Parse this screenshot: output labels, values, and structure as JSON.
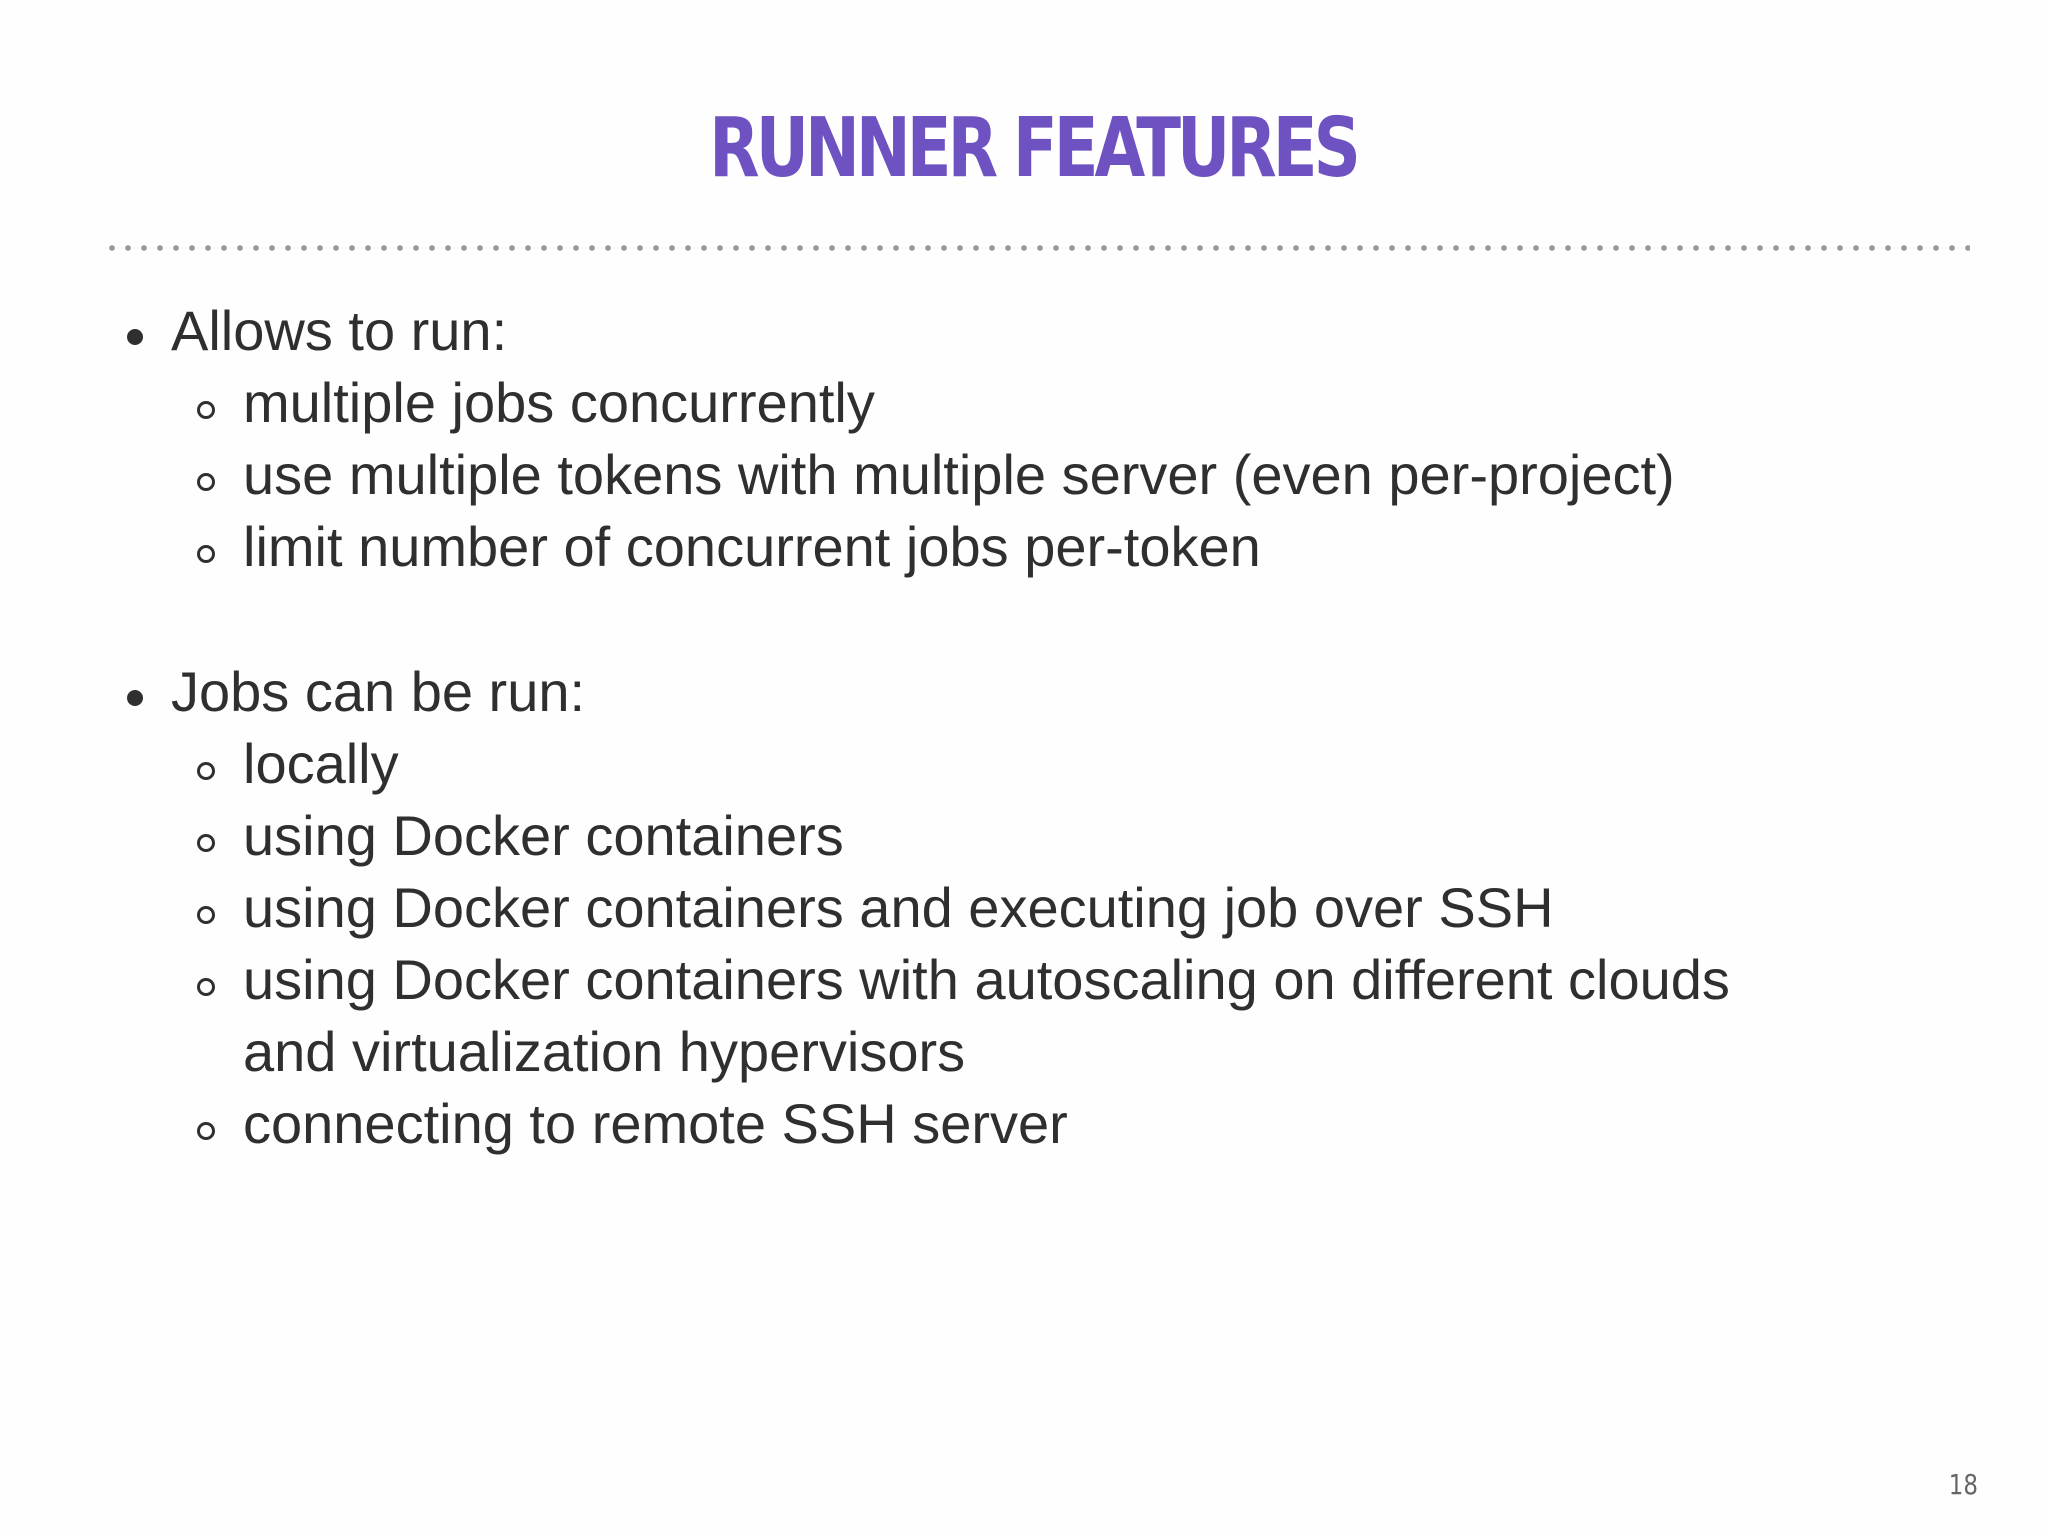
{
  "slide": {
    "title": "RUNNER FEATURES",
    "page_number": "18",
    "colors": {
      "title": "#6e52c1",
      "text": "#2f2f2f",
      "divider": "#9a9a9a",
      "page_number": "#666666"
    },
    "sections": [
      {
        "heading": "Allows to run:",
        "items": [
          "multiple jobs concurrently",
          "use multiple tokens with multiple server (even per-project)",
          "limit number of concurrent jobs per-token"
        ]
      },
      {
        "heading": "Jobs can be run:",
        "items": [
          "locally",
          "using Docker containers",
          "using Docker containers and executing job over SSH",
          "using Docker containers with autoscaling on different clouds",
          "connecting to remote SSH server"
        ],
        "continuation": "and virtualization hypervisors"
      }
    ]
  }
}
